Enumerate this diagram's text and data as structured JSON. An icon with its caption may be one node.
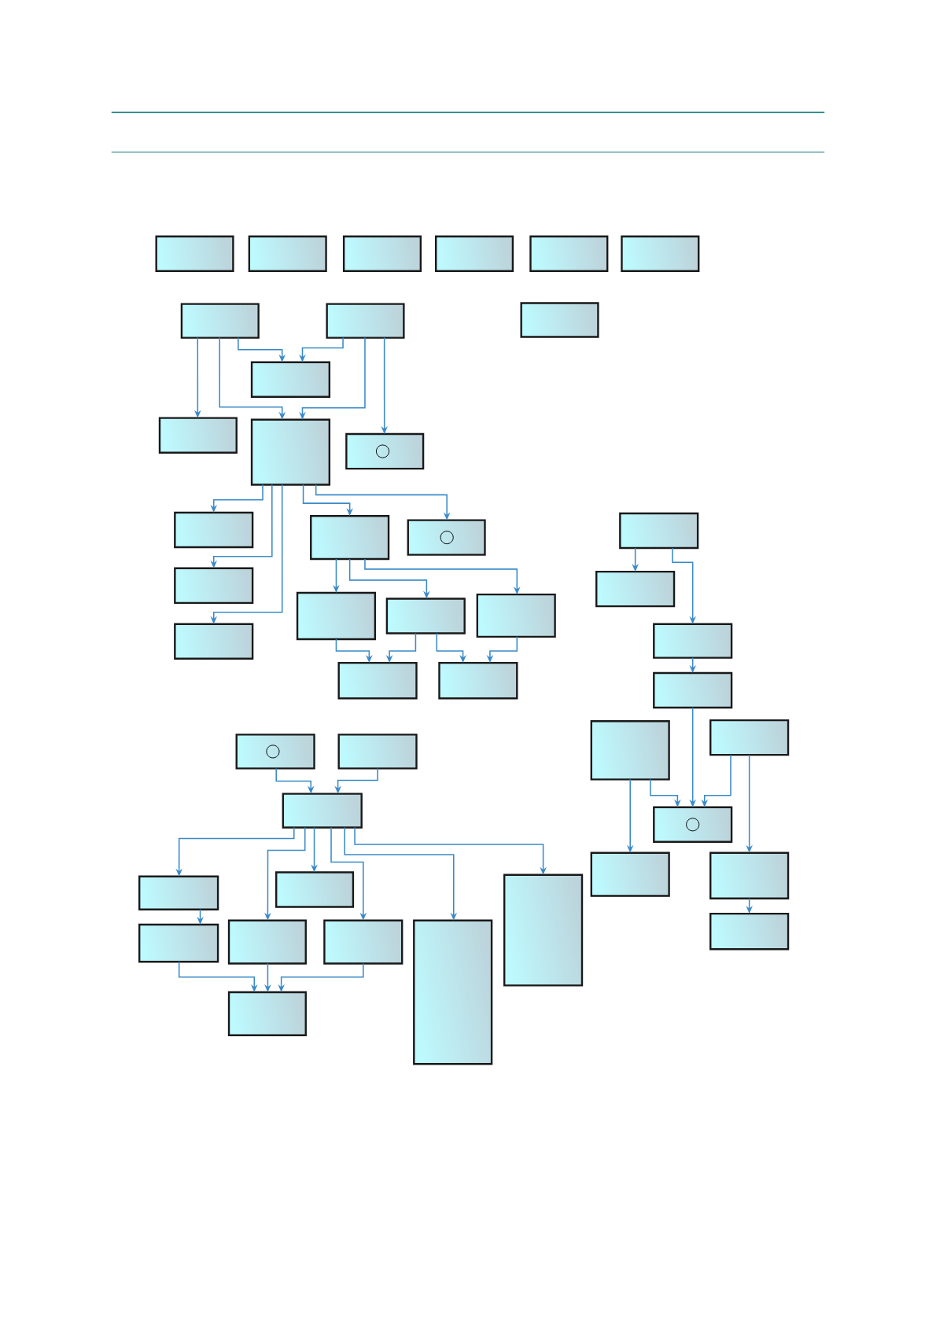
{
  "diagram": {
    "nodes": [
      {
        "text": [],
        "shape": "box"
      },
      {
        "text": [],
        "shape": "box"
      },
      {
        "text": [],
        "shape": "box"
      },
      {
        "text": [],
        "shape": "box"
      },
      {
        "text": [],
        "shape": "box"
      },
      {
        "text": [],
        "shape": "box"
      },
      {
        "text": [],
        "shape": "box"
      },
      {
        "text": [],
        "shape": "box"
      },
      {
        "text": [],
        "shape": "box"
      },
      {
        "text": [],
        "shape": "box"
      },
      {
        "text": [],
        "shape": "box"
      },
      {
        "text": [],
        "shape": "box"
      },
      {
        "text": [],
        "shape": "box"
      },
      {
        "text": [],
        "shape": "circle",
        "in": 12
      },
      {
        "text": [],
        "shape": "box"
      },
      {
        "text": [],
        "shape": "box"
      },
      {
        "text": [],
        "shape": "box"
      },
      {
        "text": [],
        "shape": "box"
      },
      {
        "text": [],
        "shape": "box"
      },
      {
        "text": [],
        "shape": "circle",
        "in": 18
      },
      {
        "text": [],
        "shape": "box"
      },
      {
        "text": [],
        "shape": "box"
      },
      {
        "text": [],
        "shape": "box"
      },
      {
        "text": [],
        "shape": "box"
      },
      {
        "text": [],
        "shape": "box"
      },
      {
        "text": [],
        "shape": "box"
      },
      {
        "text": [],
        "shape": "box"
      },
      {
        "text": [],
        "shape": "box"
      },
      {
        "text": [],
        "shape": "box"
      },
      {
        "text": [],
        "shape": "box"
      },
      {
        "text": [],
        "shape": "box"
      },
      {
        "text": [],
        "shape": "box"
      },
      {
        "text": [],
        "shape": "circle",
        "in": 31
      },
      {
        "text": [],
        "shape": "box"
      },
      {
        "text": [],
        "shape": "box"
      },
      {
        "text": [],
        "shape": "box"
      },
      {
        "text": [],
        "shape": "box"
      },
      {
        "text": [],
        "shape": "circle",
        "in": 36
      },
      {
        "text": [],
        "shape": "box"
      },
      {
        "text": [],
        "shape": "box"
      },
      {
        "text": [],
        "shape": "box"
      },
      {
        "text": [],
        "shape": "box"
      },
      {
        "text": [],
        "shape": "box"
      },
      {
        "text": [],
        "shape": "box"
      },
      {
        "text": [],
        "shape": "box"
      },
      {
        "text": [],
        "shape": "box"
      },
      {
        "text": [],
        "shape": "box"
      },
      {
        "text": [],
        "shape": "box"
      }
    ],
    "edges": [
      {
        "from": 6,
        "to": 9,
        "arrow": "to"
      },
      {
        "from": 7,
        "to": 9,
        "arrow": "to"
      },
      {
        "from": 6,
        "to": 10,
        "arrow": "to"
      },
      {
        "from": 6,
        "to": 11,
        "arrow": "to"
      },
      {
        "from": 7,
        "to": 11,
        "arrow": "to"
      },
      {
        "from": 7,
        "to": 12,
        "arrow": "to"
      },
      {
        "from": 11,
        "to": 14,
        "arrow": "to"
      },
      {
        "from": 11,
        "to": 15,
        "arrow": "to"
      },
      {
        "from": 11,
        "to": 16,
        "arrow": "to"
      },
      {
        "from": 11,
        "to": 17,
        "arrow": "to"
      },
      {
        "from": 11,
        "to": 18,
        "arrow": "to"
      },
      {
        "from": 17,
        "to": 20,
        "arrow": "to"
      },
      {
        "from": 17,
        "to": 21,
        "arrow": "to"
      },
      {
        "from": 17,
        "to": 22,
        "arrow": "to"
      },
      {
        "from": 20,
        "to": 23,
        "arrow": "to"
      },
      {
        "from": 21,
        "to": 23,
        "arrow": "to"
      },
      {
        "from": 21,
        "to": 24,
        "arrow": "to"
      },
      {
        "from": 22,
        "to": 24,
        "arrow": "to"
      },
      {
        "from": 25,
        "to": 26,
        "arrow": "to"
      },
      {
        "from": 25,
        "to": 27,
        "arrow": "to"
      },
      {
        "from": 27,
        "to": 28,
        "arrow": "to"
      },
      {
        "from": 28,
        "to": 31,
        "arrow": "to"
      },
      {
        "from": 29,
        "to": 31,
        "arrow": "to"
      },
      {
        "from": 30,
        "to": 31,
        "arrow": "to"
      },
      {
        "from": 29,
        "to": 33,
        "arrow": "to"
      },
      {
        "from": 30,
        "to": 34,
        "arrow": "to"
      },
      {
        "from": 34,
        "to": 35,
        "arrow": "to"
      },
      {
        "from": 36,
        "to": 39,
        "arrow": "to"
      },
      {
        "from": 38,
        "to": 39,
        "arrow": "to"
      },
      {
        "from": 39,
        "to": 40,
        "arrow": "to"
      },
      {
        "from": 39,
        "to": 43,
        "arrow": "to"
      },
      {
        "from": 39,
        "to": 41,
        "arrow": "to"
      },
      {
        "from": 39,
        "to": 44,
        "arrow": "to"
      },
      {
        "from": 39,
        "to": 45,
        "arrow": "to"
      },
      {
        "from": 39,
        "to": 46,
        "arrow": "to"
      },
      {
        "from": 40,
        "to": 42,
        "arrow": "to"
      },
      {
        "from": 42,
        "to": 47,
        "arrow": "to"
      },
      {
        "from": 43,
        "to": 47,
        "arrow": "to"
      },
      {
        "from": 44,
        "to": 47,
        "arrow": "to"
      }
    ]
  }
}
